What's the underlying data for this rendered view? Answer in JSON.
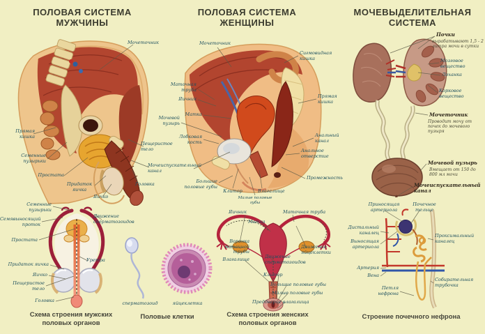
{
  "colors": {
    "background": "#f1efc3",
    "label_text": "#1d4f5e",
    "title_text": "#3b3b2e",
    "caption_text": "#45453a",
    "bold_label_text": "#30281c"
  },
  "male": {
    "title_l1": "ПОЛОВАЯ СИСТЕМА",
    "title_l2": "МУЖЧИНЫ",
    "fig": {
      "ureter": "Мочеточник",
      "rectum": "Прямая кишка",
      "seminal_vesicles": "Семенные пузырьки",
      "prostate": "Простата",
      "epididymis": "Придаток яичка",
      "testis": "Яичко",
      "cavernous_body": "Пещеристое тело",
      "urethra": "Мочеиспускательный канал",
      "glans": "Головка"
    },
    "schema": {
      "seminal_vesicles": "Семенные пузырьки",
      "vas_deferens": "Семявыносящий проток",
      "prostate": "Простата",
      "sperm_movement": "Движение сперматозоидов",
      "epididymis": "Придаток яичка",
      "testis": "Яичко",
      "cavernous_body": "Пещеристое тело",
      "glans": "Головка",
      "urethra": "Уретра"
    },
    "caption_l1": "Схема строения мужских",
    "caption_l2": "половых органов"
  },
  "female": {
    "title_l1": "ПОЛОВАЯ СИСТЕМА",
    "title_l2": "ЖЕНЩИНЫ",
    "fig": {
      "ureter": "Мочеточник",
      "sigmoid_colon": "Сигмовидная кишка",
      "fallopian_tube": "Маточная труба",
      "ovary": "Яичник",
      "uterus": "Матка",
      "bladder": "Мочевой пузырь",
      "pubic_bone": "Лобковая кость",
      "rectum": "Прямая кишка",
      "anal_canal": "Анальный канал",
      "anus": "Анальное отверстие",
      "perineum": "Промежность",
      "labia_majora": "Большие половые губы",
      "clitoris": "Клитор",
      "labia_minora": "Малые половые губы",
      "vagina": "Влагалище"
    },
    "cells": {
      "sperm": "сперматозоид",
      "egg": "яйцеклетка",
      "caption": "Половые клетки"
    },
    "schema": {
      "ovary": "Яичник",
      "uterus": "Матка",
      "fallopian_tube": "Маточная труба",
      "infundibulum": "Воронка маточной трубы",
      "vagina": "Влагалище",
      "sperm_movement": "Движение сперматозоидов",
      "egg_movement": "Движение яйцеклетки",
      "clitoris": "Клитор",
      "labia_majora": "Большие половые губы",
      "labia_minora": "Малые половые губы",
      "vestibule": "Преддверие влагалища"
    },
    "caption_l1": "Схема строения женских",
    "caption_l2": "половых органов"
  },
  "urinary": {
    "title_l1": "МОЧЕВЫДЕЛИТЕЛЬНАЯ",
    "title_l2": "СИСТЕМА",
    "kidneys": "Почки",
    "kidneys_desc": "вырабатывают 1,5 - 2 литра мочи в сутки",
    "medulla": "Мозговое вещество",
    "renal_pelvis": "Лоханка",
    "cortex": "Корковое вещество",
    "ureter": "Мочеточник",
    "ureter_desc": "Проводит мочу от почек до мочевого пузыря",
    "bladder": "Мочевой пузырь",
    "bladder_desc": "Вмещает от 150 до 800 мл мочи",
    "urethra": "Мочеиспускательный канал",
    "nephron": {
      "afferent_arteriole": "Приносящая артериола",
      "renal_corpuscle": "Почечное тельце",
      "distal_tubule": "Дистальный каналец",
      "efferent_arteriole": "Выносящая артериола",
      "proximal_tubule": "Проксимальный каналец",
      "artery": "Артерия",
      "vein": "Вена",
      "nephron_loop": "Петля нефрона",
      "collecting_duct": "Собирательная трубочка"
    },
    "caption": "Строение почечного нефрона"
  }
}
